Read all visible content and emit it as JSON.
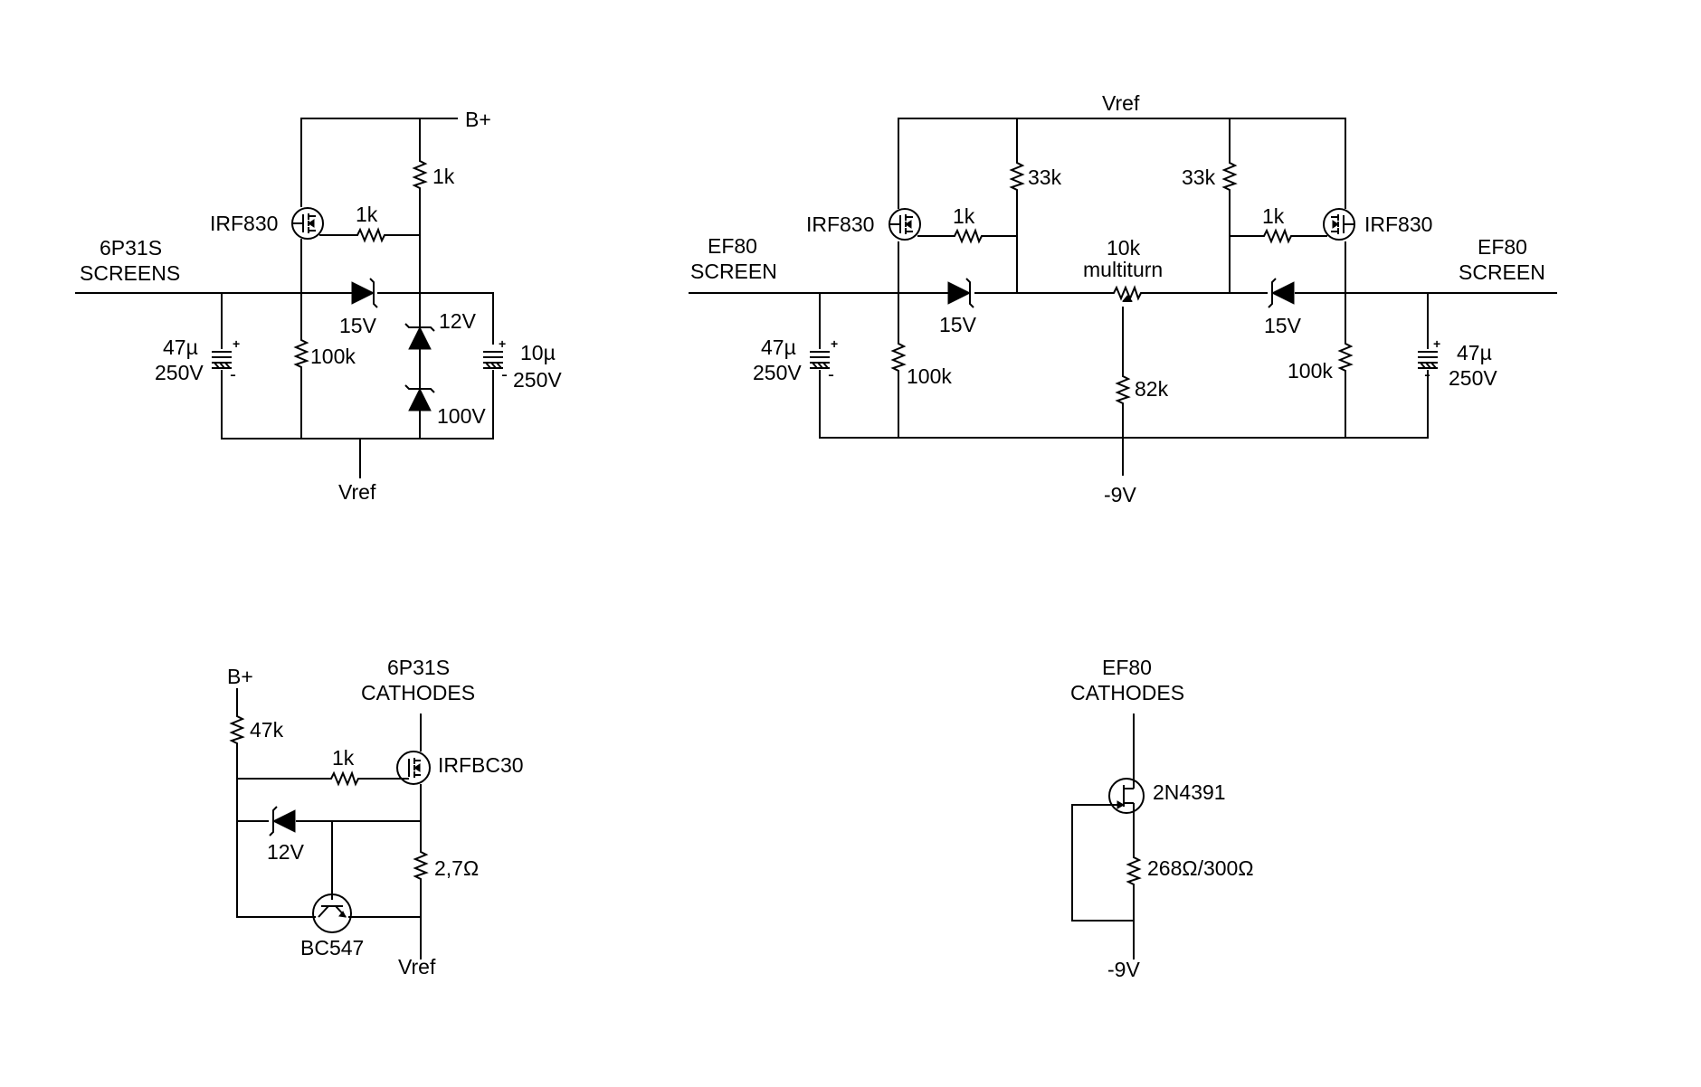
{
  "colors": {
    "wire": "#000000",
    "background": "#ffffff"
  },
  "circuit_1": {
    "supply_label": "B+",
    "input_label_1": "6P31S",
    "input_label_2": "SCREENS",
    "mosfet": "IRF830",
    "r_top": "1k",
    "r_gate": "1k",
    "zener_series": "15V",
    "r_pulldown": "100k",
    "zener_a": "12V",
    "zener_b": "100V",
    "cap_left_value": "47µ",
    "cap_left_voltage": "250V",
    "cap_right_value": "10µ",
    "cap_right_voltage": "250V",
    "ref_label": "Vref"
  },
  "circuit_2": {
    "ref_label": "Vref",
    "left_in_1": "EF80",
    "left_in_2": "SCREEN",
    "right_in_1": "EF80",
    "right_in_2": "SCREEN",
    "mosfet_left": "IRF830",
    "mosfet_right": "IRF830",
    "r_gate_left": "1k",
    "r_gate_right": "1k",
    "r_top_left": "33k",
    "r_top_right": "33k",
    "pot_value": "10k",
    "pot_type": "multiturn",
    "zener_left": "15V",
    "zener_right": "15V",
    "r_pulldown_left": "100k",
    "r_pulldown_right": "100k",
    "r_bias": "82k",
    "cap_left_value": "47µ",
    "cap_left_voltage": "250V",
    "cap_right_value": "47µ",
    "cap_right_voltage": "250V",
    "neg_supply": "-9V"
  },
  "circuit_3": {
    "supply_label": "B+",
    "out_label_1": "6P31S",
    "out_label_2": "CATHODES",
    "r_top": "47k",
    "r_gate": "1k",
    "mosfet": "IRFBC30",
    "zener": "12V",
    "r_sense": "2,7Ω",
    "transistor": "BC547",
    "ref_label": "Vref"
  },
  "circuit_4": {
    "out_label_1": "EF80",
    "out_label_2": "CATHODES",
    "jfet": "2N4391",
    "r_source": "268Ω/300Ω",
    "neg_supply": "-9V"
  }
}
